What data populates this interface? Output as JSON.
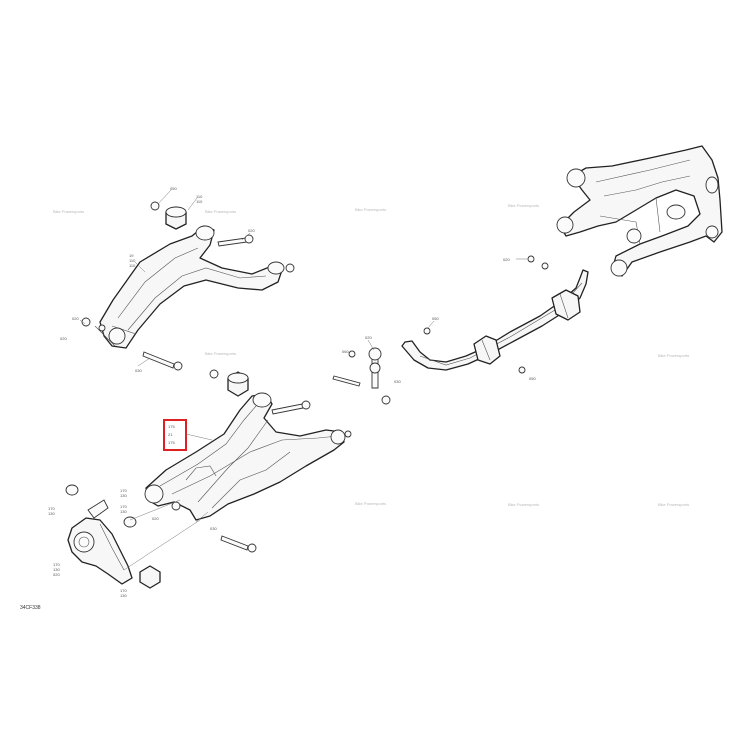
{
  "figure_ref": "34CF338",
  "watermark_text": "Bike Powersports",
  "highlight_color": "#e02020",
  "callouts": {
    "upper_arm_top_a": "050",
    "upper_arm_top_b": "110",
    "upper_arm_top_c": "110",
    "upper_arm_side_a": "19",
    "upper_arm_side_b": "110",
    "upper_arm_side_c": "110",
    "upper_arm_left_a": "020",
    "upper_arm_right_a": "020",
    "upper_arm_bolt": "030",
    "bar_link_a": "020",
    "bar_link_b": "060",
    "bar_link_c": "030",
    "bar_bushing": "050",
    "bar_clamp": "020",
    "bar_end": "050",
    "lower_arm_left": "020",
    "lower_arm_bolt": "030",
    "knuckle_a": "170",
    "knuckle_b": "130",
    "knuckle_c": "170",
    "knuckle_d": "130",
    "knuckle_e": "170",
    "knuckle_f": "130",
    "knuckle_g": "170",
    "knuckle_h": "130",
    "knuckle_i": "020",
    "knuckle_j": "170",
    "knuckle_k": "130",
    "highlight_a": "175",
    "highlight_b": "21",
    "highlight_c": "175"
  }
}
